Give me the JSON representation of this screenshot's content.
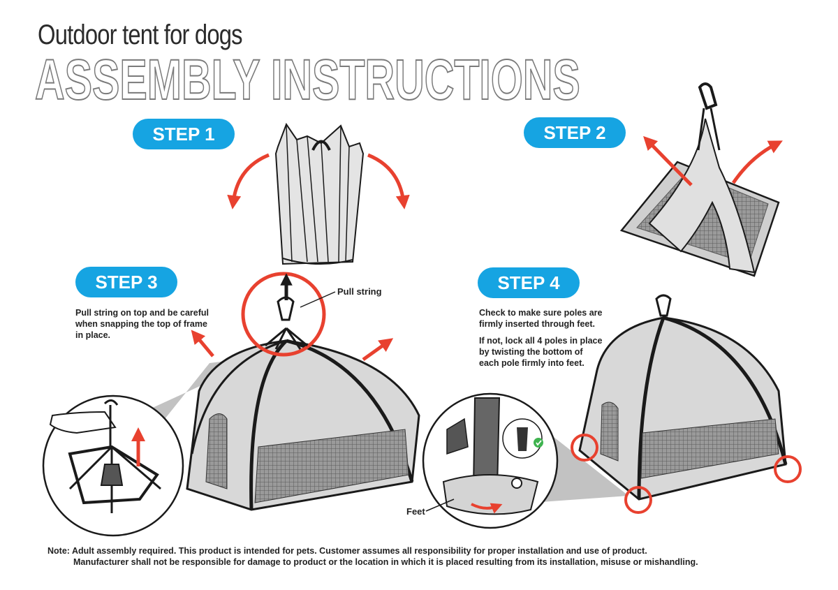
{
  "header": {
    "subtitle": "Outdoor tent for dogs",
    "title": "ASSEMBLY INSTRUCTIONS"
  },
  "steps": [
    {
      "label": "STEP 1"
    },
    {
      "label": "STEP 2"
    },
    {
      "label": "STEP 3",
      "lines": [
        "Pull string on top and be careful",
        "when snapping the top of frame",
        "in place."
      ],
      "callout": "Pull string"
    },
    {
      "label": "STEP 4",
      "lines": [
        "Check to make sure poles are",
        "firmly inserted through feet."
      ],
      "lines2": [
        "If not, lock all 4 poles in place",
        "by twisting the bottom of",
        "each pole firmly into feet."
      ],
      "callout": "Feet"
    }
  ],
  "note": {
    "line1": "Note:  Adult assembly required. This product is intended for pets. Customer assumes all responsibility for proper installation and use of product.",
    "line2": "Manufacturer shall not be responsible for damage to product or the location in which it is placed resulting from its installation, misuse or mishandling."
  },
  "colors": {
    "accent_blue": "#16a4e2",
    "arrow_red": "#e8412f",
    "tent_gray": "#d9d9d9",
    "mesh_gray": "#8a8a8a"
  }
}
